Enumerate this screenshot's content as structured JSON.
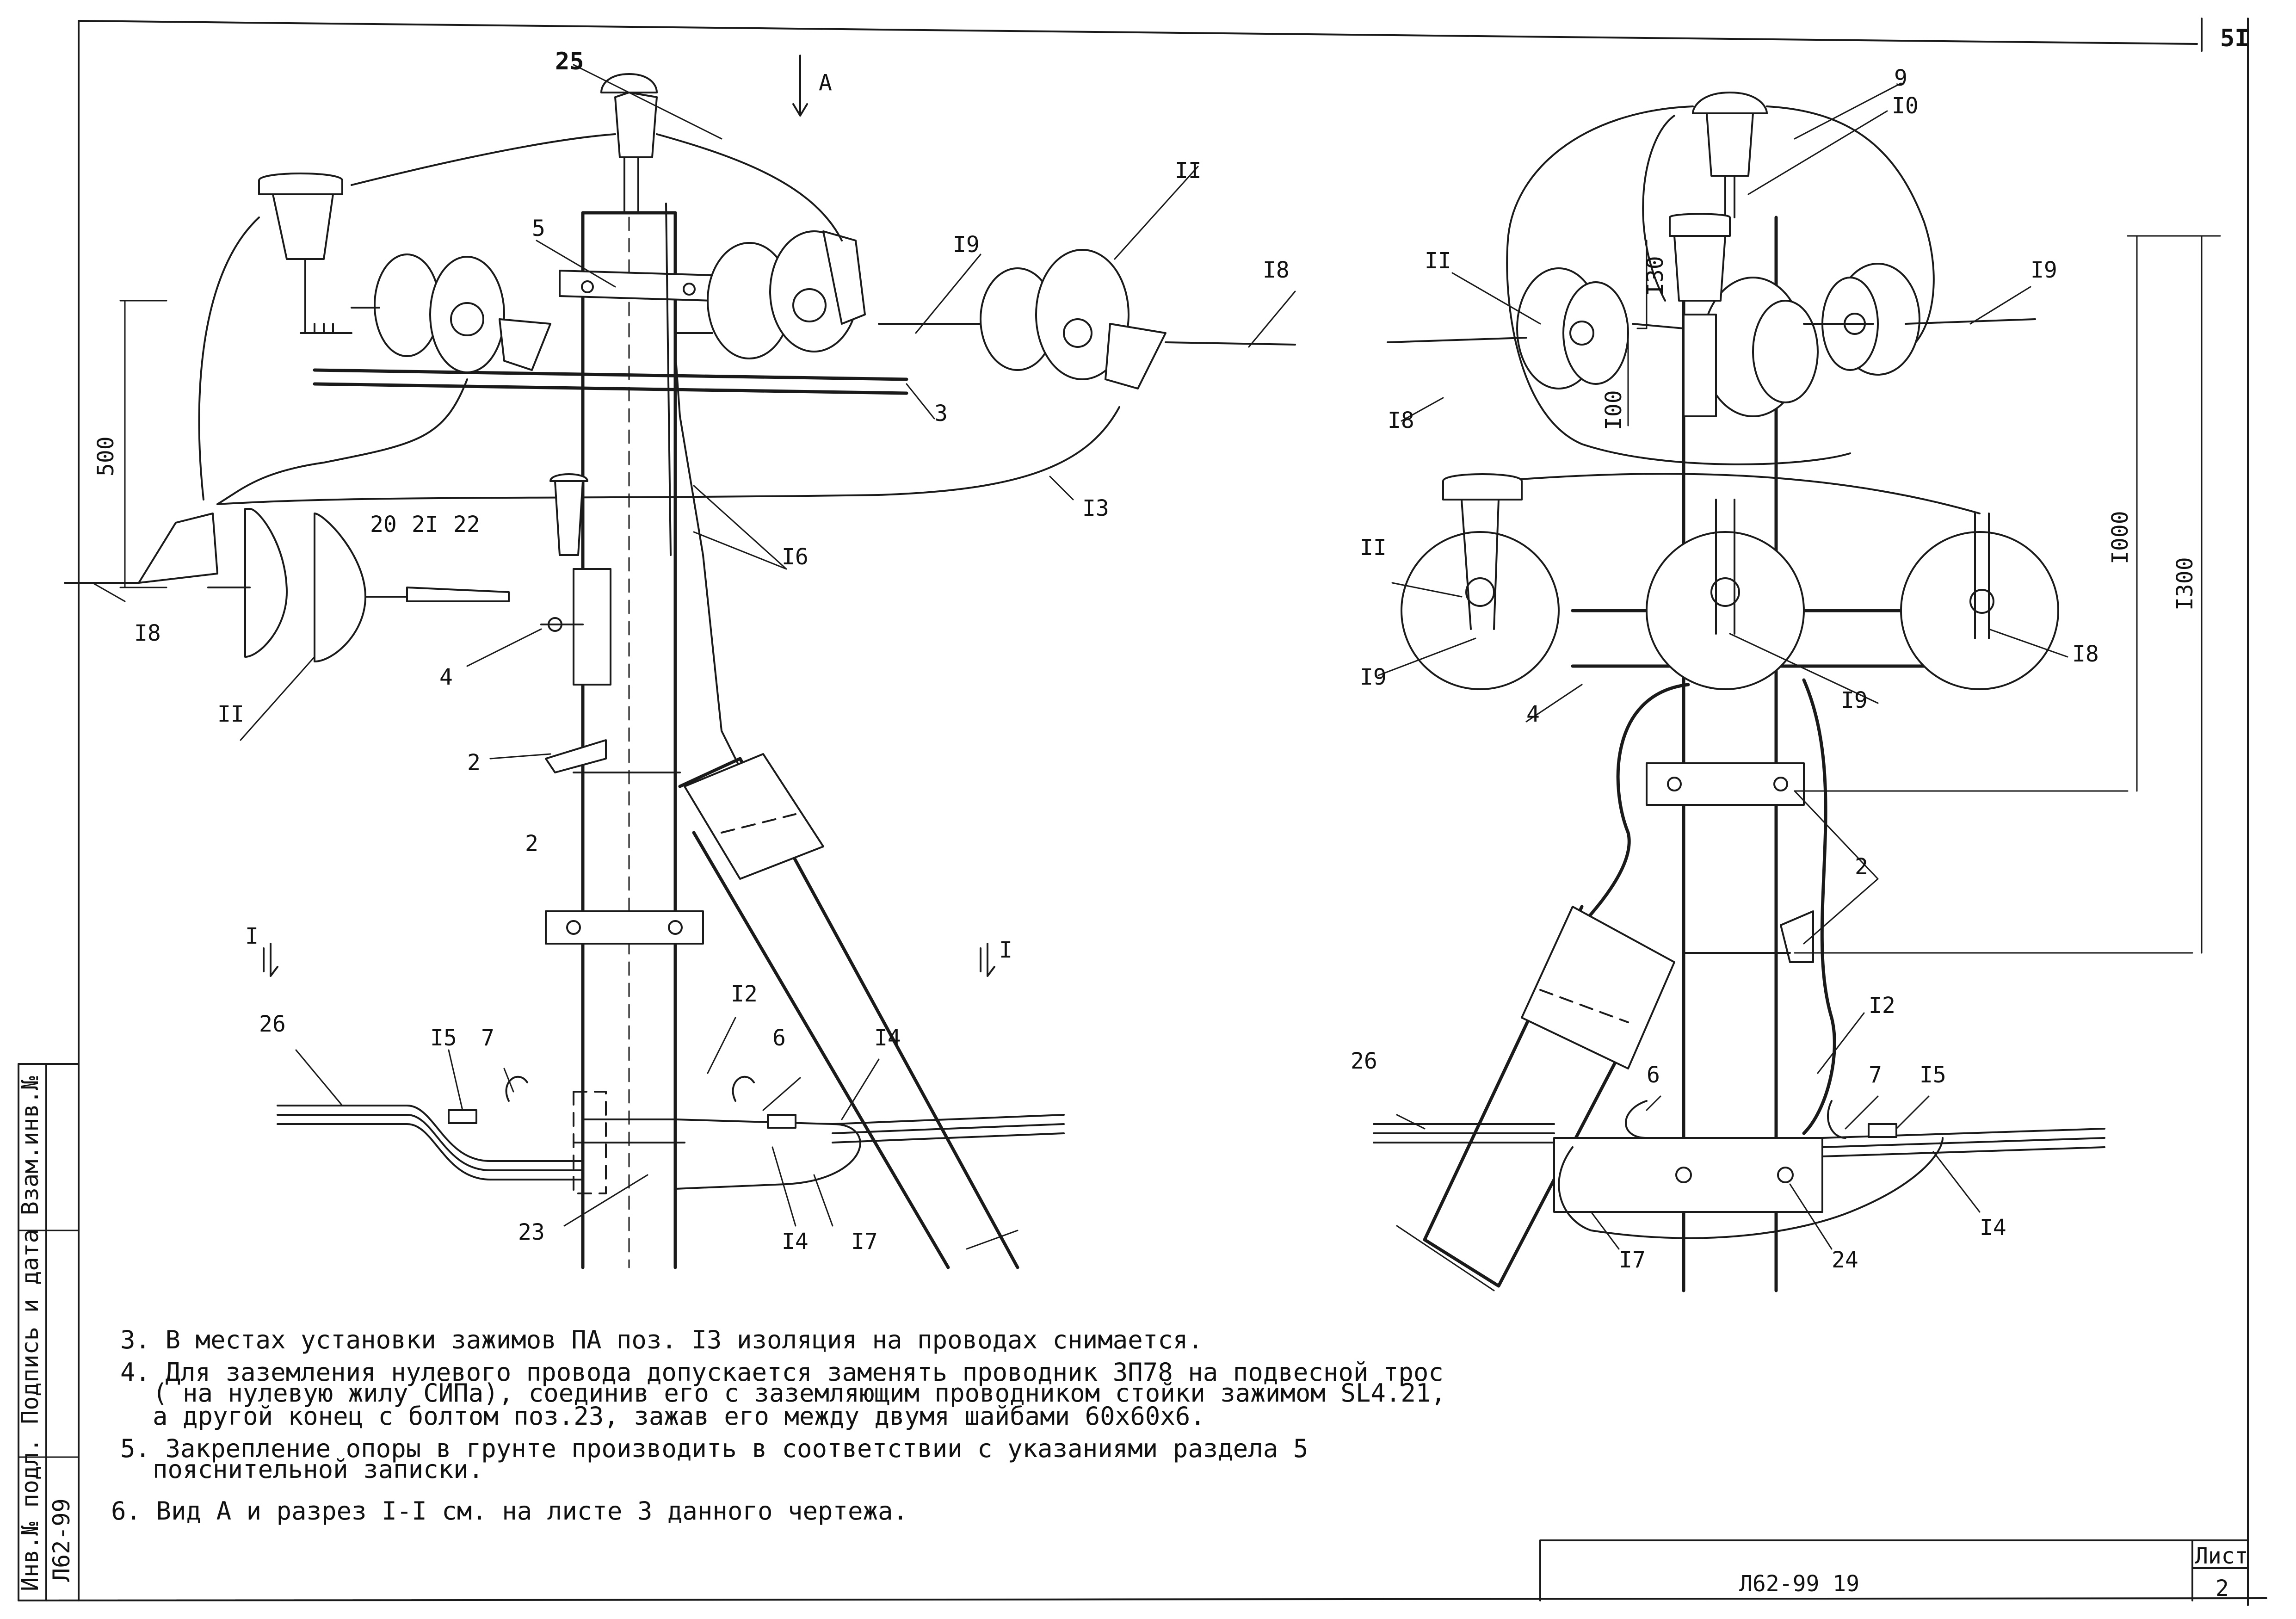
{
  "sheet_number": "5I",
  "view_label": "А",
  "section_label": "I",
  "labels": {
    "l25": "25",
    "l5": "5",
    "l19a": "I9",
    "l11a": "II",
    "l18a": "I8",
    "l3": "3",
    "l13": "I3",
    "l16": "I6",
    "l500": "500",
    "l18b": "I8",
    "l11b": "II",
    "l20": "20",
    "l21": "2I",
    "l22": "22",
    "l4a": "4",
    "l2a": "2",
    "l2b": "2",
    "l12a": "I2",
    "l26a": "26",
    "l15a": "I5",
    "l7a": "7",
    "l6a": "6",
    "l14a": "I4",
    "l23": "23",
    "l14b": "I4",
    "l17a": "I7",
    "l9": "9",
    "l10": "I0",
    "l11c": "II",
    "l19b": "I9",
    "l130": "I30",
    "l100": "I00",
    "l18c": "I8",
    "l1000": "I000",
    "l1300": "I300",
    "l11d": "II",
    "l19c": "I9",
    "l19d": "I9",
    "l18d": "I8",
    "l4b": "4",
    "l2c": "2",
    "l12b": "I2",
    "l26b": "26",
    "l6b": "6",
    "l7b": "7",
    "l15b": "I5",
    "l14c": "I4",
    "l17b": "I7",
    "l24": "24"
  },
  "notes": [
    "3. В местах установки зажимов ПА поз. I3 изоляция на проводах снимается.",
    "4. Для заземления нулевого провода допускается заменять проводник ЗП78 на подвесной трос",
    "( на нулевую жилу СИПа), соединив его с заземляющим проводником стойки зажимом SL4.21,",
    "а другой конец с болтом поз.23, зажав его между двумя шайбами 60х60х6.",
    "5. Закрепление опоры в грунте производить в соответствии с указаниями раздела 5",
    "пояснительной записки.",
    "6. Вид А и разрез I-I см. на листе 3 данного чертежа."
  ],
  "title_block": {
    "doc_code": "Л62-99 19",
    "sheet_label": "Лист",
    "sheet_no": "2"
  },
  "side_strip": {
    "code": "Л62-99",
    "text": "Инв.№ подл. Подпись и дата Взам.инв.№"
  }
}
